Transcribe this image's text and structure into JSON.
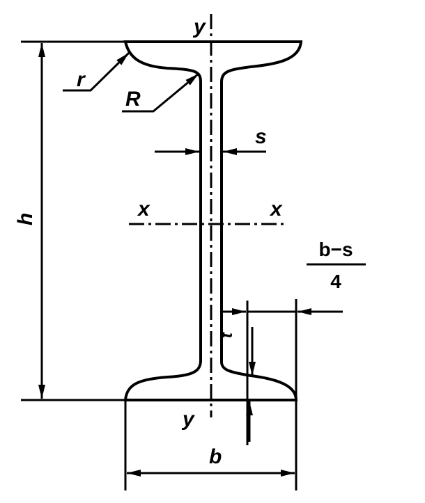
{
  "title": "I-beam cross-section dimensions",
  "labels": {
    "y_top": "y",
    "y_bottom": "y",
    "x_left": "x",
    "x_right": "x",
    "height": "h",
    "flange_width": "b",
    "web_thickness": "s",
    "flange_thickness": "t",
    "root_radius": "R",
    "toe_radius": "r",
    "fraction_numerator": "b−s",
    "fraction_denominator": "4"
  },
  "colors": {
    "stroke": "#000000",
    "background": "#ffffff"
  }
}
